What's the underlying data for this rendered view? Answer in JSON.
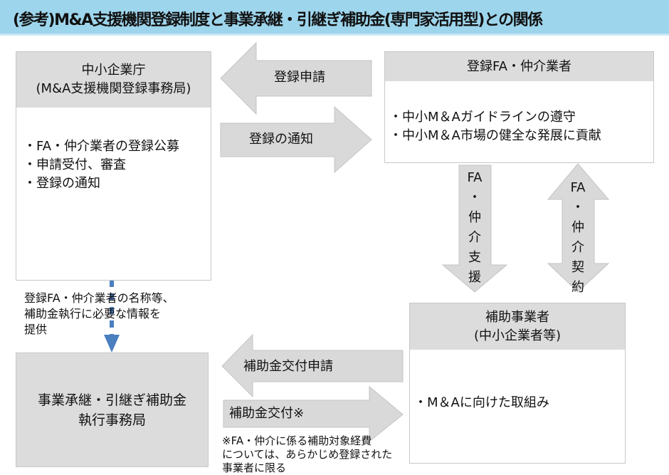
{
  "title": "(参考)M&A支援機関登録制度と事業承継・引継ぎ補助金(専門家活用型)との関係",
  "agency": {
    "title1": "中小企業庁",
    "title2": "(M&A支援機関登録事務局)",
    "items": [
      "・FA・仲介業者の登録公募",
      "・申請受付、審査",
      "・登録の通知"
    ]
  },
  "fa": {
    "title": "登録FA・仲介業者",
    "items": [
      "・中小M＆Aガイドラインの遵守",
      "・中小M＆A市場の健全な発展に貢献"
    ]
  },
  "business": {
    "title1": "補助事業者",
    "title2": "(中小企業者等)",
    "items": [
      "・M＆Aに向けた取組み"
    ]
  },
  "office": {
    "title1": "事業承継・引継ぎ補助金",
    "title2": "執行事務局"
  },
  "arrows": {
    "apply": "登録申請",
    "notify": "登録の通知",
    "support": [
      "FA",
      "・",
      "仲",
      "介",
      "支",
      "援"
    ],
    "contract": [
      "FA",
      "・",
      "仲",
      "介",
      "契",
      "約"
    ],
    "grant_apply": "補助金交付申請",
    "grant": "補助金交付※"
  },
  "info_note": [
    "登録FA・仲介業者の名称等、",
    "補助金執行に必要な情報を",
    "提供"
  ],
  "footnote": [
    "※FA・仲介に係る補助対象経費",
    "については、あらかじめ登録された",
    "事業者に限る"
  ],
  "colors": {
    "header": "#9dd5ec",
    "box": "#dcdcdc",
    "arrow": "#d9d9d9",
    "dash": "#4a7fc0"
  }
}
